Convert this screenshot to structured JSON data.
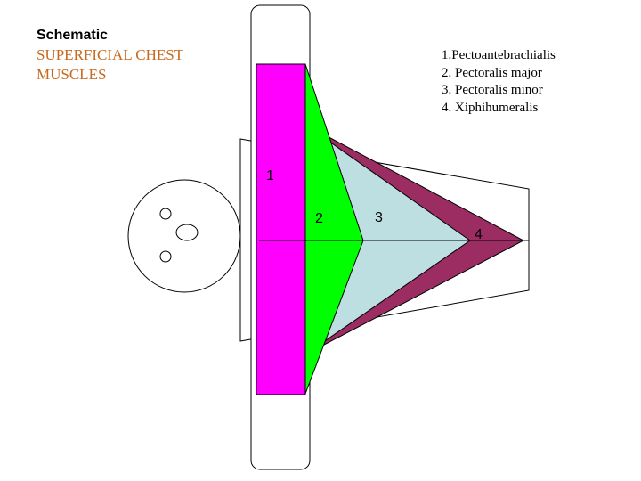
{
  "heading": "Schematic",
  "subtitle": "SUPERFICIAL CHEST MUSCLES",
  "legend": [
    "1.Pectoantebrachialis",
    "2. Pectoralis major",
    "3. Pectoralis minor",
    "4. Xiphihumeralis"
  ],
  "regions": [
    {
      "label": "1",
      "color": "#ff00ff"
    },
    {
      "label": "2",
      "color": "#00ff00"
    },
    {
      "label": "3",
      "color": "#bddfe2"
    },
    {
      "label": "4",
      "color": "#9b2d62"
    }
  ],
  "colors": {
    "subtitle": "#c8691e",
    "outline": "#000000"
  }
}
